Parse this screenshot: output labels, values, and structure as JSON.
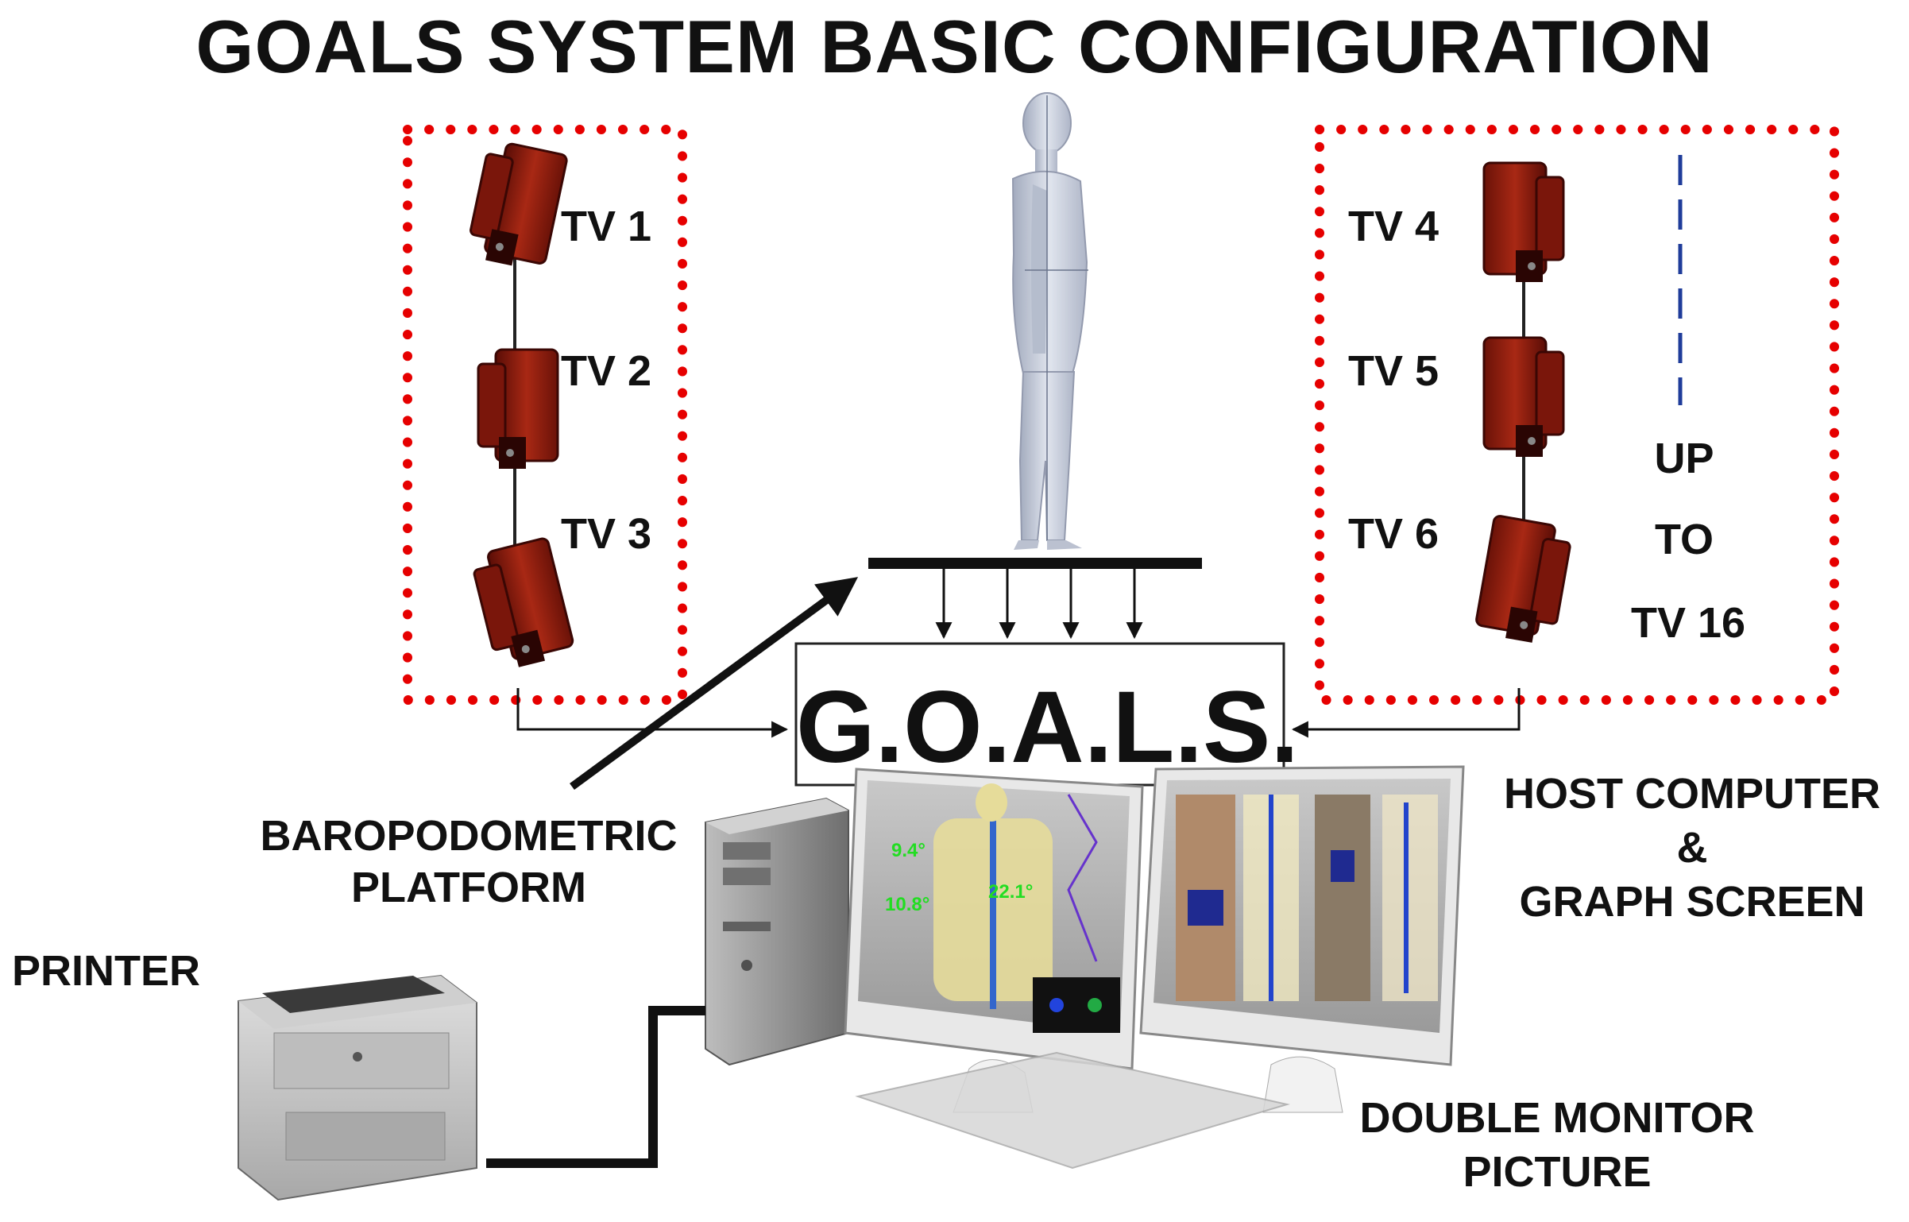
{
  "title": "GOALS SYSTEM BASIC CONFIGURATION",
  "cameras_left": [
    "TV 1",
    "TV 2",
    "TV 3"
  ],
  "cameras_right": [
    "TV 4",
    "TV 5",
    "TV 6"
  ],
  "expansion_note": [
    "UP",
    "TO",
    "TV 16"
  ],
  "central_unit": "G.O.A.L.S.",
  "platform_label": [
    "BAROPODOMETRIC",
    "PLATFORM"
  ],
  "host_label": [
    "HOST COMPUTER",
    "&",
    "GRAPH SCREEN"
  ],
  "printer_label": "PRINTER",
  "monitor_label": [
    "DOUBLE MONITOR",
    "PICTURE"
  ],
  "screen_values": [
    "9.4°",
    "22.1°",
    "10.8°"
  ],
  "colors": {
    "camera": "#8b1a0e",
    "camera_dark": "#4a0a05",
    "dotted_border": "#e60000",
    "dashed_line": "#1f3c9a",
    "screen_green": "#22dd22"
  }
}
